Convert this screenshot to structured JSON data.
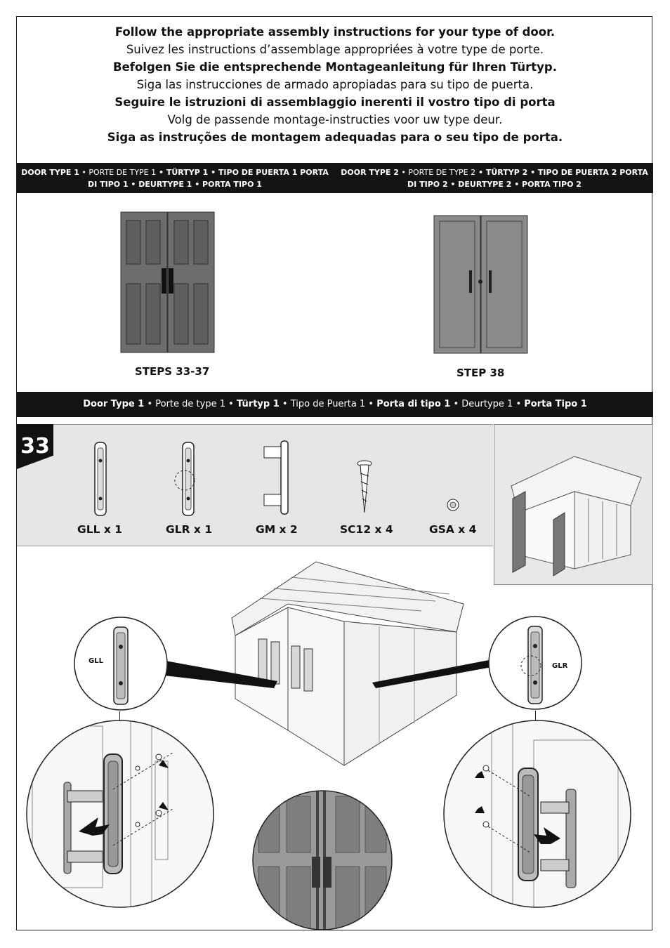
{
  "intro": {
    "en": "Follow the appropriate assembly instructions for your type of door.",
    "fr": "Suivez les instructions d’assemblage appropriées à votre type de porte.",
    "de": "Befolgen Sie die entsprechende Montageanleitung für Ihren Türtyp.",
    "es": "Siga las instrucciones de armado apropiadas para su tipo de puerta.",
    "it": "Seguire le istruzioni di assemblaggio inerenti il vostro tipo di porta",
    "nl": "Volg de passende montage-instructies voor uw type deur.",
    "pt": "Siga as instruções de montagem adequadas para o seu tipo de porta."
  },
  "door_types": {
    "type1": {
      "a": "DOOR TYPE 1",
      "b": " • ",
      "c": "PORTE DE TYPE 1",
      "d": " • TÜRTYP 1 • TIPO DE PUERTA 1 PORTA",
      "e": "DI TIPO 1 • DEURTYPE 1 • PORTA TIPO 1"
    },
    "type2": {
      "a": "DOOR TYPE 2",
      "b": " • ",
      "c": "PORTE DE TYPE 2",
      "d": " • TÜRTYP 2 • TIPO DE PUERTA 2 PORTA",
      "e": "DI TIPO 2 • DEURTYPE 2 • PORTA TIPO 2"
    }
  },
  "steps": {
    "type1_label": "STEPS 33-37",
    "type2_label": "STEP 38"
  },
  "section_bar": {
    "p1": "Door Type 1",
    "s1": " • Porte de type 1 • ",
    "p2": "Türtyp 1",
    "s2": " • Tipo de Puerta 1 • ",
    "p3": "Porta di tipo 1",
    "s3": " • Deurtype 1 • ",
    "p4": "Porta Tipo 1"
  },
  "step_number": "33",
  "parts": [
    {
      "label": "GLL x 1"
    },
    {
      "label": "GLR x 1"
    },
    {
      "label": "GM x 2"
    },
    {
      "label": "SC12 x 4"
    },
    {
      "label": "GSA x 4"
    }
  ],
  "callouts": {
    "left": "GLL",
    "right": "GLR"
  },
  "colors": {
    "dark_bar": "#141414",
    "panel": "#e6e6e6",
    "door_type1": "#6d6d6d",
    "door_type2": "#8a8a8a"
  }
}
